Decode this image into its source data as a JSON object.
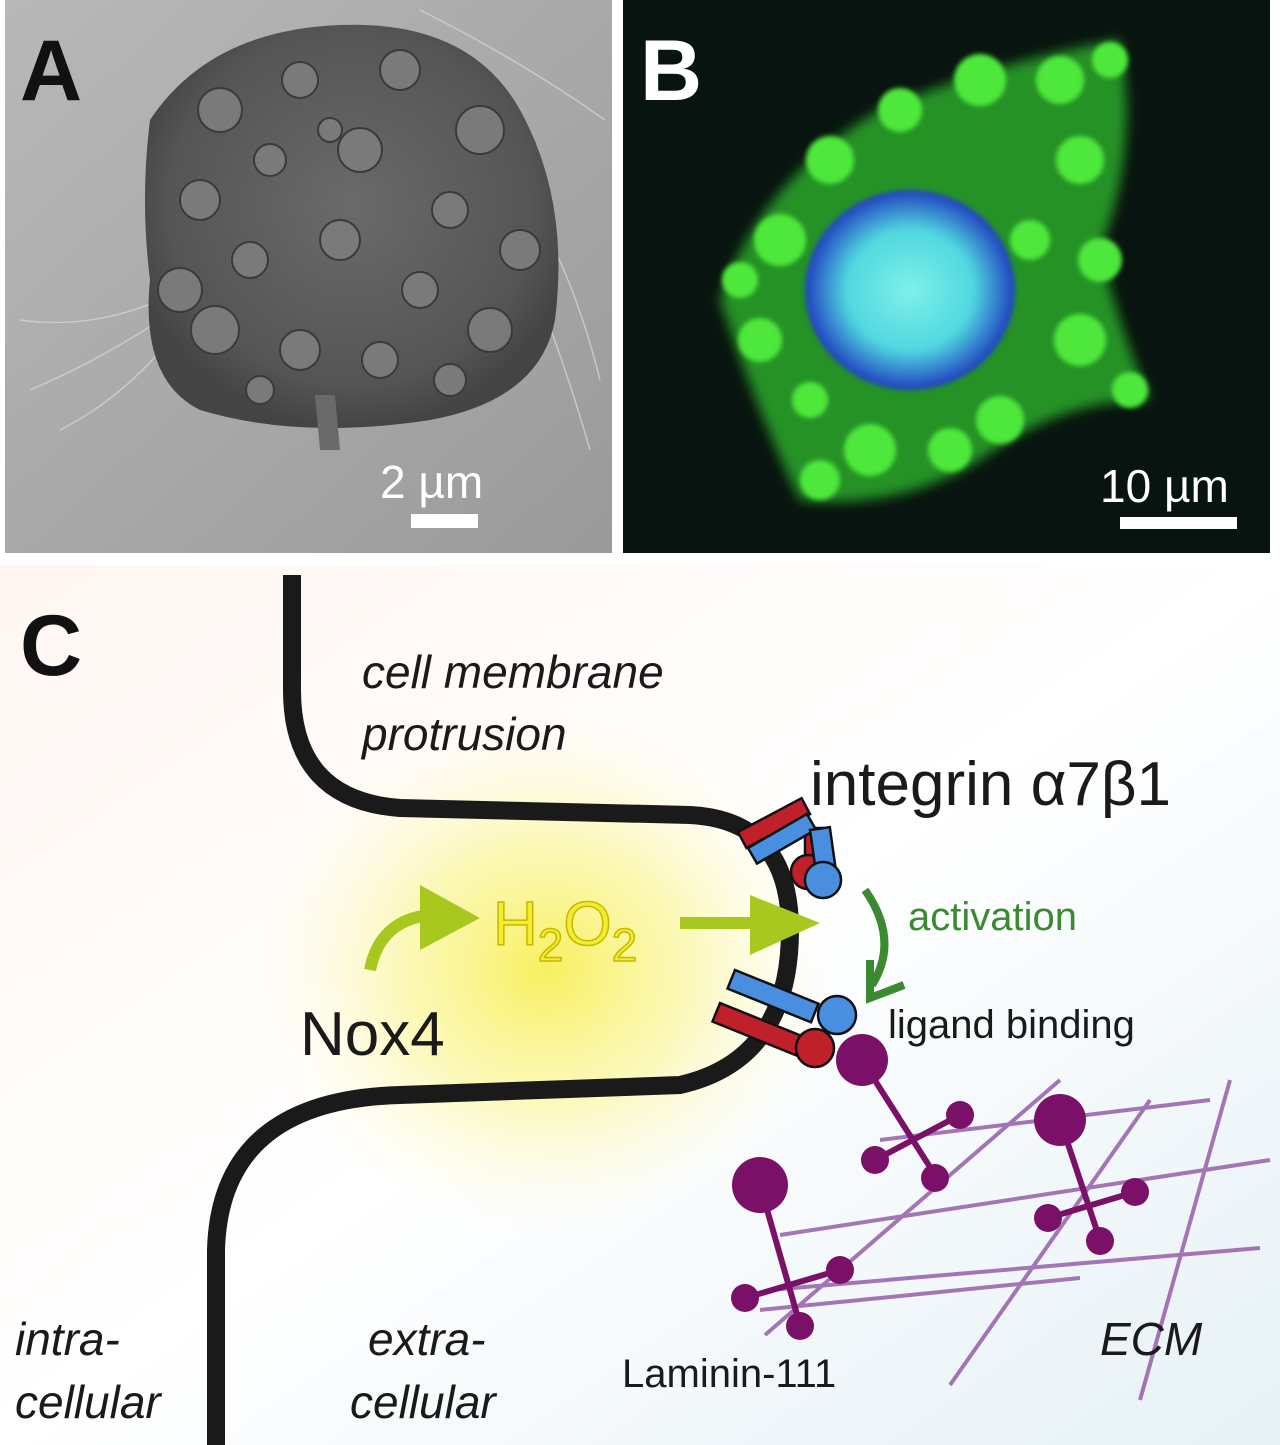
{
  "panels": {
    "a": {
      "label": "A",
      "scale_bar": "2 µm"
    },
    "b": {
      "label": "B",
      "scale_bar": "10 µm"
    },
    "c": {
      "label": "C",
      "protrusion_line1": "cell membrane",
      "protrusion_line2": "protrusion",
      "integrin": "integrin α7β1",
      "activation": "activation",
      "ligand_binding": "ligand binding",
      "nox4": "Nox4",
      "h2o2": {
        "h": "H",
        "sub1": "2",
        "o": "O",
        "sub2": "2"
      },
      "laminin": "Laminin-111",
      "ecm": "ECM",
      "intra_line1": "intra-",
      "intra_line2": "cellular",
      "extra_line1": "extra-",
      "extra_line2": "cellular"
    }
  },
  "colors": {
    "membrane": "#1a1a1a",
    "integrin_alpha": "#c0202a",
    "integrin_beta": "#4a8ee0",
    "laminin": "#7a1068",
    "activation": "#3a8a30",
    "arrow": "#a8c820",
    "h2o2": "#f0e020"
  }
}
